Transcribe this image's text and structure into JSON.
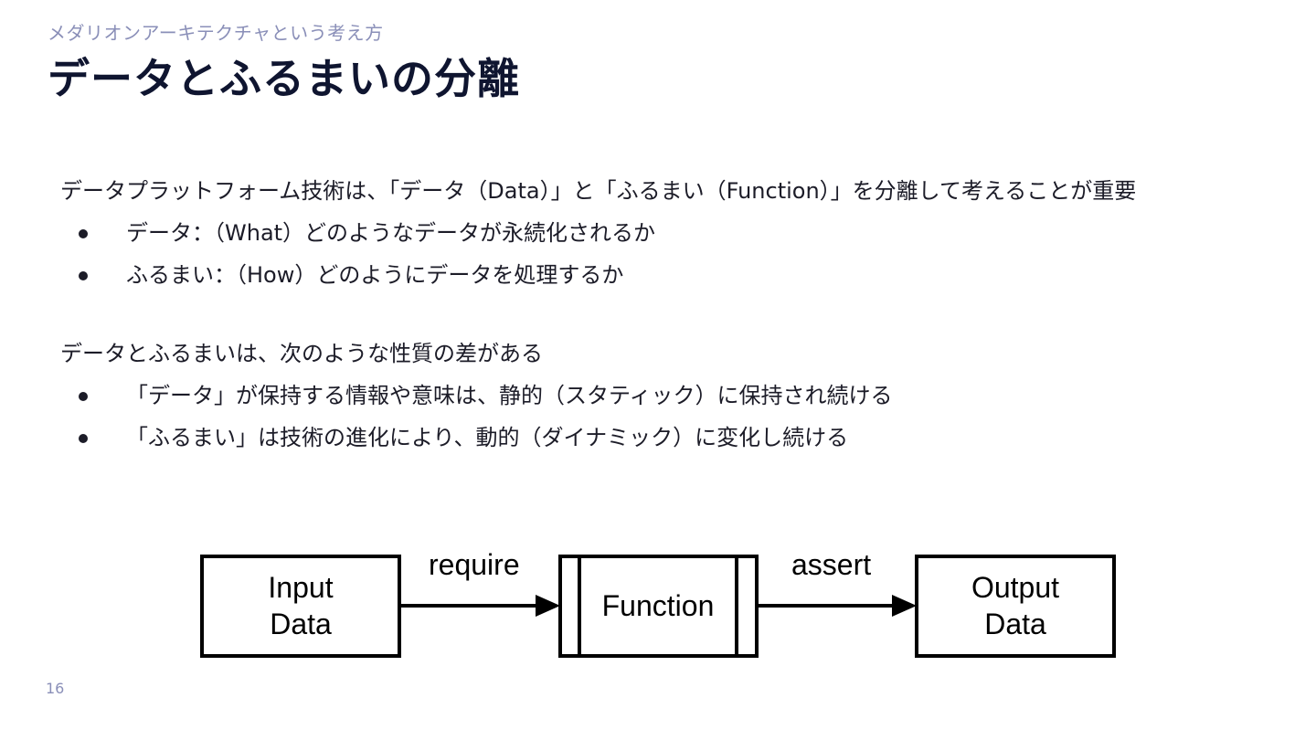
{
  "slide": {
    "kicker": "メダリオンアーキテクチャという考え方",
    "title": "データとふるまいの分離",
    "page_number": "16"
  },
  "section1": {
    "lead": "データプラットフォーム技術は、「データ（Data）」と「ふるまい（Function）」を分離して考えることが重要",
    "bullets": [
      "データ：（What）どのようなデータが永続化されるか",
      "ふるまい：（How）どのようにデータを処理するか"
    ]
  },
  "section2": {
    "lead": "データとふるまいは、次のような性質の差がある",
    "bullets": [
      "「データ」が保持する情報や意味は、静的（スタティック）に保持され続ける",
      "「ふるまい」は技術の進化により、動的（ダイナミック）に変化し続ける"
    ]
  },
  "diagram": {
    "input_box": {
      "line1": "Input",
      "line2": "Data"
    },
    "function_box": {
      "label": "Function"
    },
    "output_box": {
      "line1": "Output",
      "line2": "Data"
    },
    "edge1_label": "require",
    "edge2_label": "assert"
  }
}
